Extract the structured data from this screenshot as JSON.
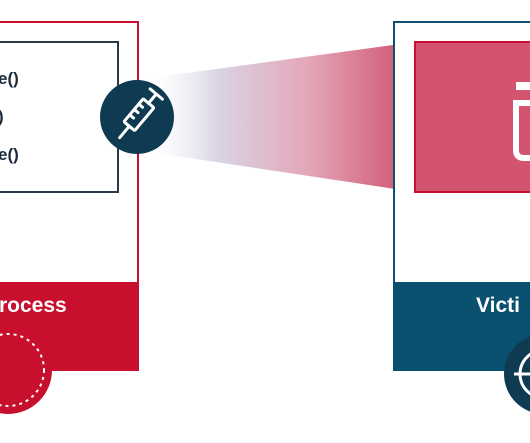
{
  "left_process": {
    "code_lines": [
      "e()",
      ")",
      "e()"
    ],
    "label": "rocess",
    "icon": "target-icon"
  },
  "injection": {
    "icon": "syringe-icon"
  },
  "right_process": {
    "label": "Victi",
    "memory_icon": "memory-document-icon",
    "icon": "crosshair-icon"
  },
  "colors": {
    "crimson": "#c8102e",
    "navy": "#0a5170",
    "dark_circle": "#0e3a52",
    "injected_region": "#d2546e",
    "code_border": "#2b3a4a"
  }
}
